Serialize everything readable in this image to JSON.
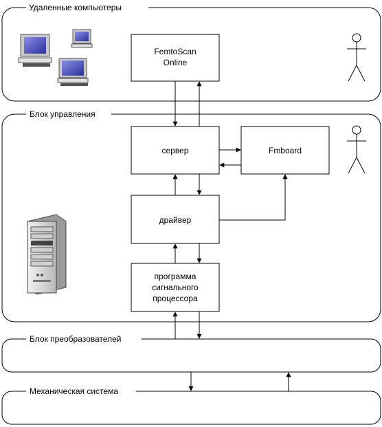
{
  "groups": {
    "remote": "Удаленные компьютеры",
    "control": "Блок управления",
    "converters": "Блок преобразователей",
    "mechanical": "Механическая система"
  },
  "boxes": {
    "femtoscan": [
      "FemtoScan",
      "Online"
    ],
    "server": "сервер",
    "fmboard": "Fmboard",
    "driver": "драйвер",
    "dsp": [
      "программа",
      "сигнального",
      "процессора"
    ]
  },
  "icons": {
    "computers": "desktop-computer-icon",
    "user": "user-stick-figure-icon",
    "server_tower": "server-tower-icon"
  },
  "colors": {
    "stroke": "#000000",
    "screen_blue": "#3f47b8"
  }
}
